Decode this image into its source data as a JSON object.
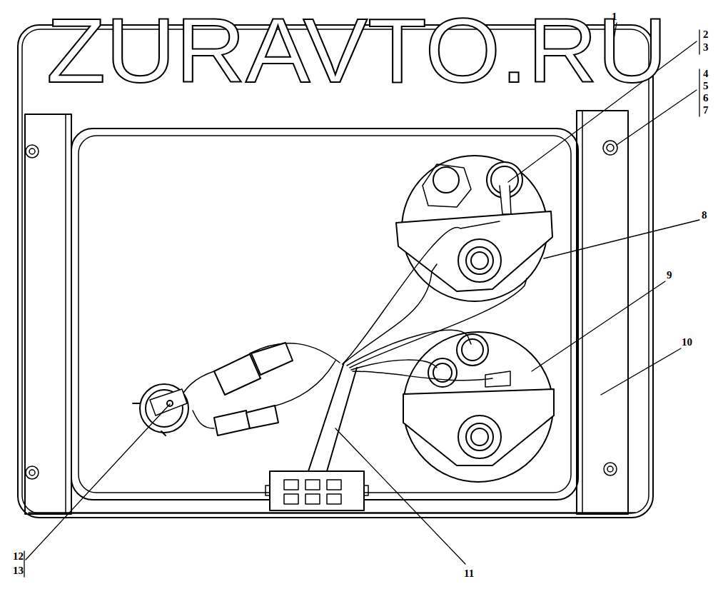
{
  "diagram": {
    "labels": [
      "ZURAVTO.RU",
      "1",
      "2",
      "3",
      "4",
      "5",
      "6",
      "7",
      "8",
      "9",
      "10",
      "11",
      "12",
      "13"
    ]
  }
}
